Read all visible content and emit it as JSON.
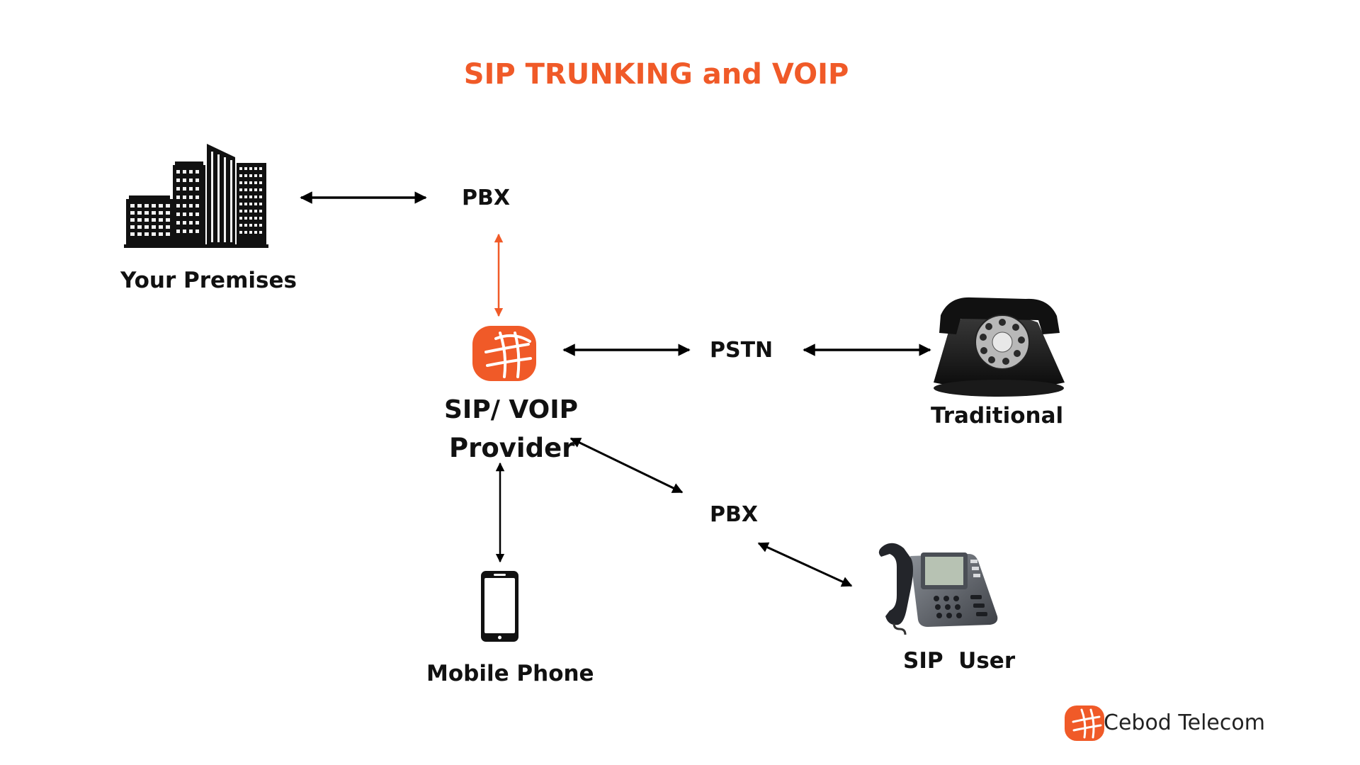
{
  "title": "SIP TRUNKING and VOIP",
  "nodes": {
    "premises": {
      "label": "Your Premises",
      "icon": "office-building-icon"
    },
    "pbx_top": {
      "label": "PBX"
    },
    "provider": {
      "label_line1": "SIP/ VOIP",
      "label_line2": "Provider",
      "icon": "cebod-logo-icon"
    },
    "pstn": {
      "label": "PSTN"
    },
    "traditional": {
      "label": "Traditional",
      "icon": "rotary-phone-icon"
    },
    "pbx_bottom": {
      "label": "PBX"
    },
    "sip_user": {
      "label": "SIP  User",
      "icon": "ip-desk-phone-icon"
    },
    "mobile": {
      "label": "Mobile Phone",
      "icon": "smartphone-icon"
    }
  },
  "connections": [
    {
      "from": "premises",
      "to": "pbx_top"
    },
    {
      "from": "pbx_top",
      "to": "provider"
    },
    {
      "from": "provider",
      "to": "pstn"
    },
    {
      "from": "pstn",
      "to": "traditional"
    },
    {
      "from": "provider",
      "to": "pbx_bottom"
    },
    {
      "from": "pbx_bottom",
      "to": "sip_user"
    },
    {
      "from": "provider",
      "to": "mobile"
    }
  ],
  "brand": {
    "name": "Cebod Telecom",
    "icon": "cebod-logo-icon"
  },
  "colors": {
    "accent": "#f05a28",
    "text": "#111111",
    "arrow": "#000000"
  }
}
